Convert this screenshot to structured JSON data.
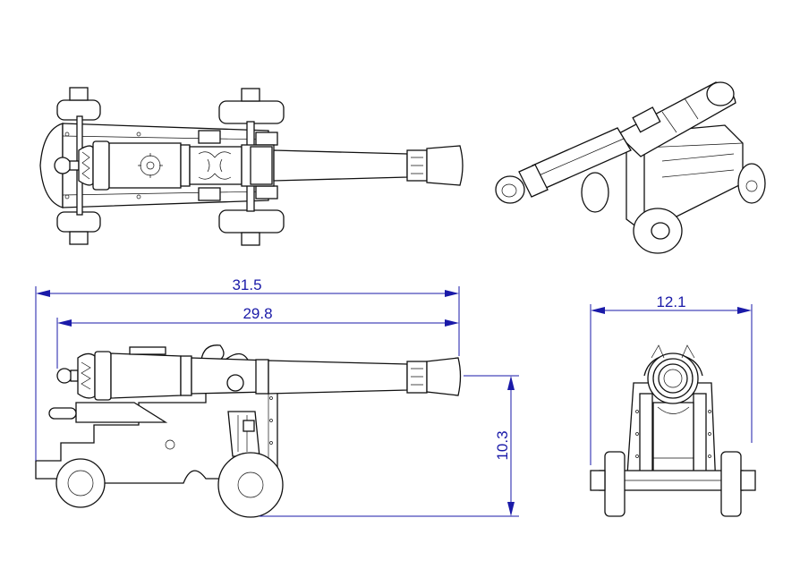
{
  "drawing": {
    "dimensions": {
      "overall_length": "31.5",
      "barrel_length": "29.8",
      "height": "10.3",
      "width": "12.1"
    },
    "colors": {
      "dimension": "#1a1aa8",
      "outline": "#111111",
      "background": "#ffffff"
    }
  }
}
